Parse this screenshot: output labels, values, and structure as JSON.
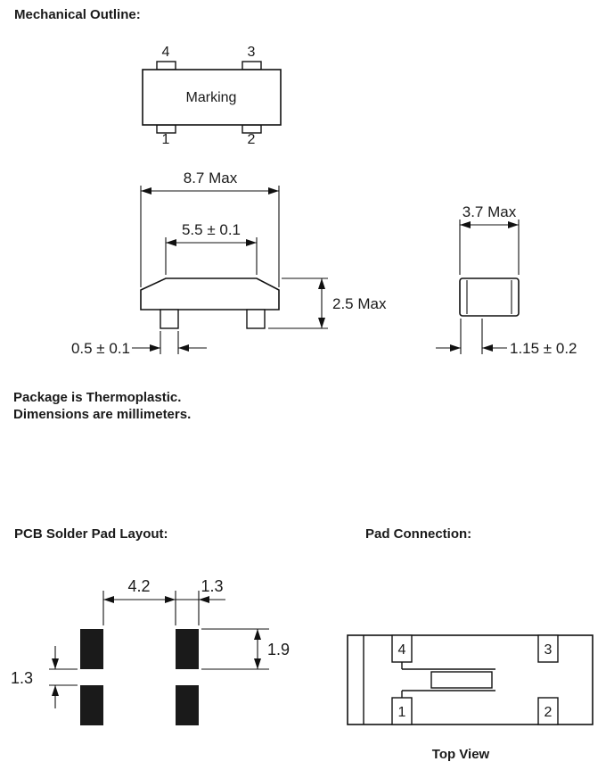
{
  "headings": {
    "mechanical_outline": "Mechanical Outline:",
    "pcb_solder_pad_layout": "PCB Solder Pad Layout:",
    "pad_connection": "Pad Connection:",
    "top_view_caption": "Top View"
  },
  "package_top_view": {
    "marking": "Marking",
    "pin_4": "4",
    "pin_3": "3",
    "pin_1": "1",
    "pin_2": "2"
  },
  "side_view_dimensions": {
    "overall_width": "8.7 Max",
    "lid_width": "5.5 ± 0.1",
    "overall_height": "2.5 Max",
    "lead_width": "0.5 ± 0.1"
  },
  "end_view_dimensions": {
    "overall_depth": "3.7 Max",
    "lead_depth": "1.15 ± 0.2"
  },
  "notes": [
    "Package is Thermoplastic.",
    "Dimensions are millimeters."
  ],
  "pcb_pad_layout": {
    "pad_gap_x": "4.2",
    "pad_width": "1.3",
    "pad_height": "1.9",
    "pad_gap_y": "1.3"
  },
  "pad_connection": {
    "pin_4": "4",
    "pin_3": "3",
    "pin_1": "1",
    "pin_2": "2"
  }
}
